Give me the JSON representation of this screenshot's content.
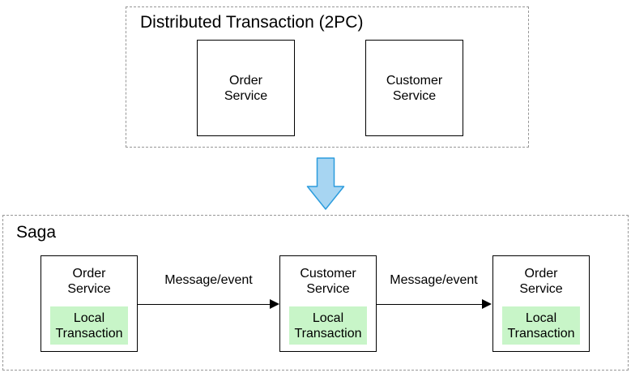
{
  "diagram": {
    "top_group": {
      "title": "Distributed Transaction (2PC)",
      "boxes": [
        {
          "label": "Order\nService"
        },
        {
          "label": "Customer\nService"
        }
      ]
    },
    "saga_group": {
      "title": "Saga",
      "boxes": [
        {
          "label": "Order\nService",
          "sub_label": "Local\nTransaction"
        },
        {
          "label": "Customer\nService",
          "sub_label": "Local\nTransaction"
        },
        {
          "label": "Order\nService",
          "sub_label": "Local\nTransaction"
        }
      ],
      "arrows": [
        {
          "label": "Message/event"
        },
        {
          "label": "Message/event"
        }
      ]
    },
    "icons": {
      "transform_arrow": "down-arrow"
    },
    "colors": {
      "local_transaction_bg": "#c8f5c8",
      "down_arrow_fill": "#a7d5f2",
      "down_arrow_stroke": "#2b9cdd",
      "dashed_border": "#979797",
      "solid_border": "#000000"
    }
  }
}
